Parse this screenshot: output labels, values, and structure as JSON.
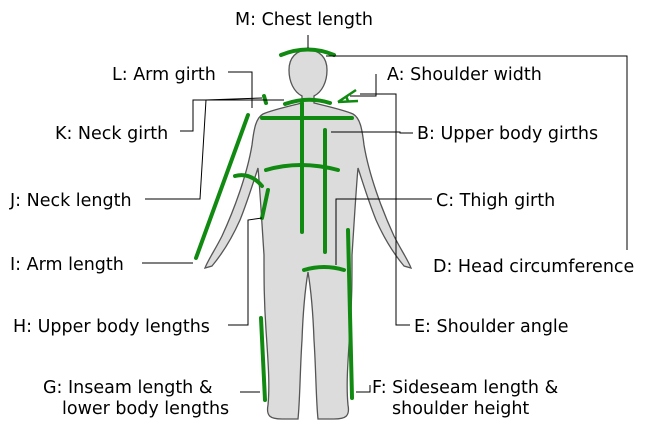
{
  "labels": {
    "chest_length": "M: Chest length",
    "arm_girth": "L: Arm girth",
    "shoulder_width": "A: Shoulder width",
    "neck_girth": "K: Neck girth",
    "upper_body_girths": "B: Upper body girths",
    "neck_length": "J: Neck length",
    "thigh_girth": "C: Thigh girth",
    "arm_length": "I: Arm length",
    "head_circumference": "D: Head circumference",
    "upper_body_lengths": "H: Upper body lengths",
    "shoulder_angle": "E: Shoulder angle",
    "inseam_line1": "G: Inseam length &",
    "inseam_line2": "lower body lengths",
    "sideseam_line1": "F: Sideseam length &",
    "sideseam_line2": "shoulder height"
  },
  "colors": {
    "measure": "#118a11",
    "body_fill": "#dcdcdc",
    "body_stroke": "#555555",
    "leader": "#000000"
  }
}
